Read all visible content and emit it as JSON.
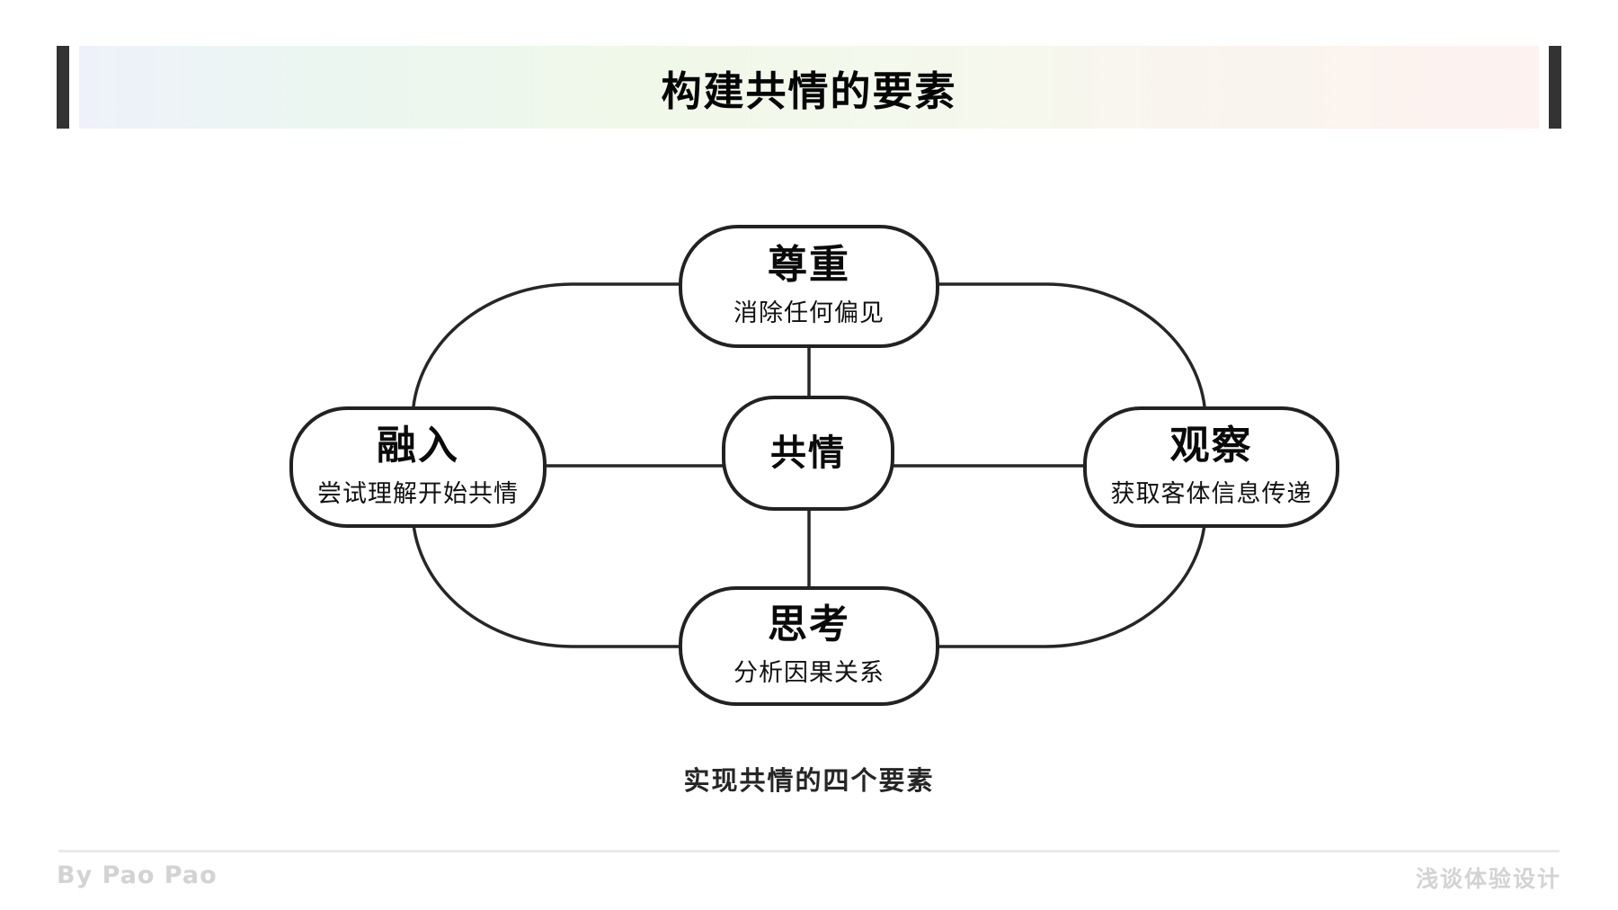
{
  "header": {
    "title": "构建共情的要素"
  },
  "diagram": {
    "center": {
      "title": "共情"
    },
    "nodes": [
      {
        "id": "respect",
        "position": "top",
        "title": "尊重",
        "subtitle": "消除任何偏见"
      },
      {
        "id": "integrate",
        "position": "left",
        "title": "融入",
        "subtitle": "尝试理解开始共情"
      },
      {
        "id": "observe",
        "position": "right",
        "title": "观察",
        "subtitle": "获取客体信息传递"
      },
      {
        "id": "think",
        "position": "bottom",
        "title": "思考",
        "subtitle": "分析因果关系"
      }
    ],
    "caption": "实现共情的四个要素"
  },
  "footer": {
    "author": "By Pao Pao",
    "brand": "浅谈体验设计"
  },
  "colors": {
    "node_border": "#222222",
    "connector_line": "#262626",
    "accent_bar": "#333333",
    "footer_text": "#d3d3d3",
    "divider": "#e9e9e9"
  }
}
